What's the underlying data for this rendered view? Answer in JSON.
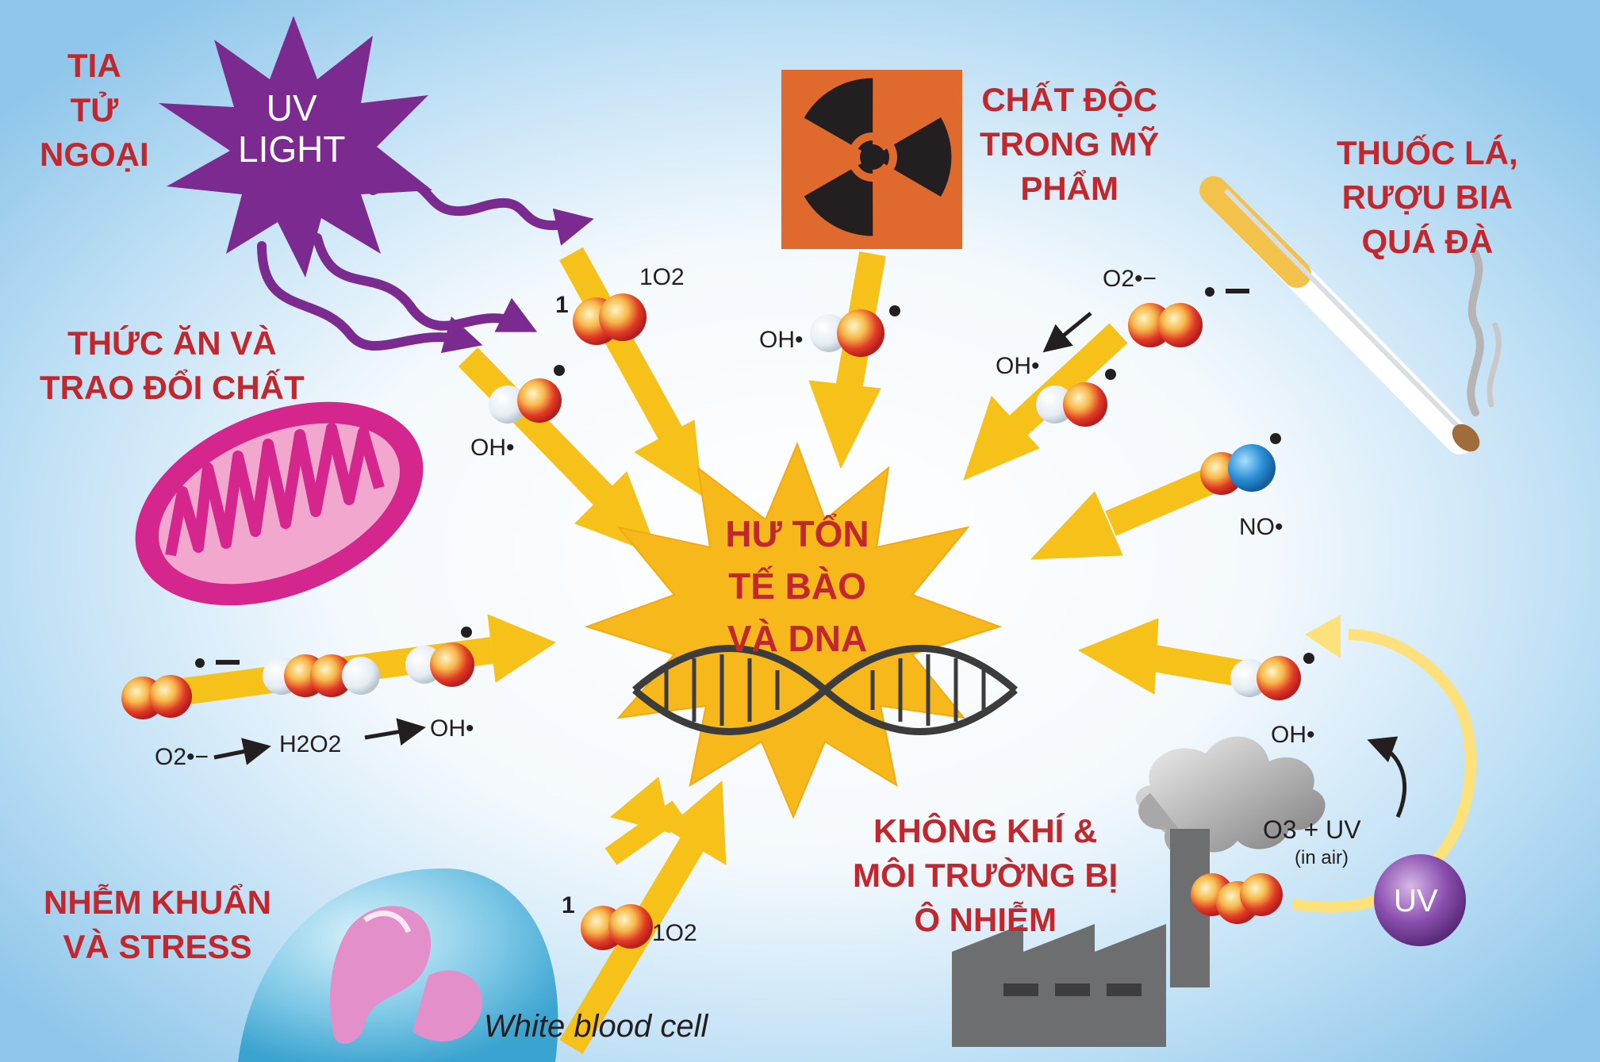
{
  "colors": {
    "label": "#c1272d",
    "sky": "#8fc6ea",
    "ray": "#f6c21a",
    "uv_purple": "#7b2a8f",
    "radiation_box": "#e0692e",
    "mitochondria": "#d4268c",
    "uv_ball": "#6e3a8c"
  },
  "center": {
    "lines": [
      "HƯ TỔN",
      "TẾ BÀO",
      "VÀ DNA"
    ]
  },
  "sources": {
    "uv": {
      "lines": [
        "TIA",
        "TỬ",
        "NGOẠI"
      ],
      "burst_lines": [
        "UV",
        "LIGHT"
      ],
      "icon": "uv-burst-icon"
    },
    "cosmetics": {
      "lines": [
        "CHẤT ĐỘC",
        "TRONG MỸ",
        "PHẨM"
      ],
      "icon": "radiation-icon"
    },
    "tobacco": {
      "lines": [
        "THUỐC LÁ,",
        "RƯỢU BIA",
        "QUÁ ĐÀ"
      ],
      "icon": "cigarette-icon"
    },
    "food": {
      "lines": [
        "THỨC ĂN VÀ",
        "TRAO ĐỔI CHẤT"
      ],
      "icon": "mitochondria-icon"
    },
    "infection": {
      "lines": [
        "NHỄM KHUẨN",
        "VÀ STRESS"
      ],
      "icon": "white-blood-cell-icon",
      "caption": "White blood cell"
    },
    "air": {
      "lines": [
        "KHÔNG KHÍ &",
        "MÔI TRƯỜNG BỊ",
        "Ô NHIỄM"
      ],
      "icon": "factory-icon"
    }
  },
  "chem": {
    "singlet_o2_top": "1O2",
    "singlet_prefix": "1",
    "oh_radical": "OH•",
    "superoxide": "O2•−",
    "h2o2": "H2O2",
    "no_radical": "NO•",
    "singlet_o2_bottom": "1O2",
    "o3_uv": "O3 + UV",
    "in_air": "(in air)",
    "uv_ball": "UV"
  }
}
